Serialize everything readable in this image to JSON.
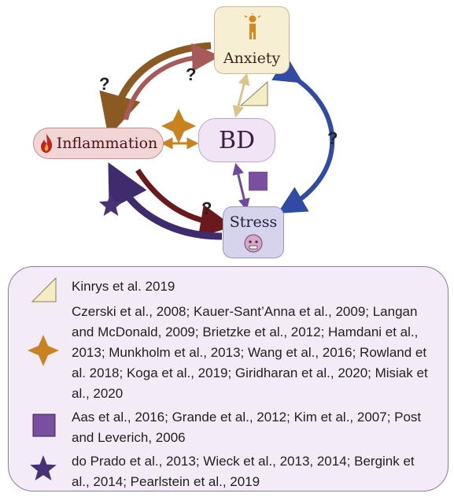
{
  "nodes": {
    "anxiety": "Anxiety",
    "bd": "BD",
    "inflammation": "Inflammation",
    "stress": "Stress"
  },
  "question_mark": "?",
  "legend": [
    {
      "icon": "triangle-icon",
      "color": "#f5ecc4",
      "text": "Kinrys et al. 2019"
    },
    {
      "icon": "four-point-star-icon",
      "color": "#c9821f",
      "text": "Czerski et al., 2008; Kauer-Sant’Anna et al., 2009; Langan and McDonald, 2009; Brietzke et al., 2012; Hamdani et al., 2013; Munkholm et al., 2013; Wang et al., 2016; Rowland et al. 2018; Koga et al., 2019; Giridharan et al., 2020; Misiak et al., 2020"
    },
    {
      "icon": "square-icon",
      "color": "#7a4fa0",
      "text": "Aas et al., 2016; Grande et al., 2012; Kim et al., 2007; Post and Leverich, 2006"
    },
    {
      "icon": "five-point-star-icon",
      "color": "#473277",
      "text": "do Prado et al., 2013; Wieck et al., 2013, 2014; Bergink et al., 2014; Pearlstein et al., 2019"
    }
  ],
  "colors": {
    "brown_arrow": "#8b5a22",
    "rose_arrow": "#a85a5a",
    "blue_arrow": "#2f4ba3",
    "dark_red_arrow": "#6a1a1a",
    "purple_arrow": "#3e2c6e",
    "anxiety_box": "#f7efd4",
    "bd_box": "#f1e5f5",
    "inflammation_box": "#f2d5d5",
    "stress_box": "#d6d4ed"
  }
}
